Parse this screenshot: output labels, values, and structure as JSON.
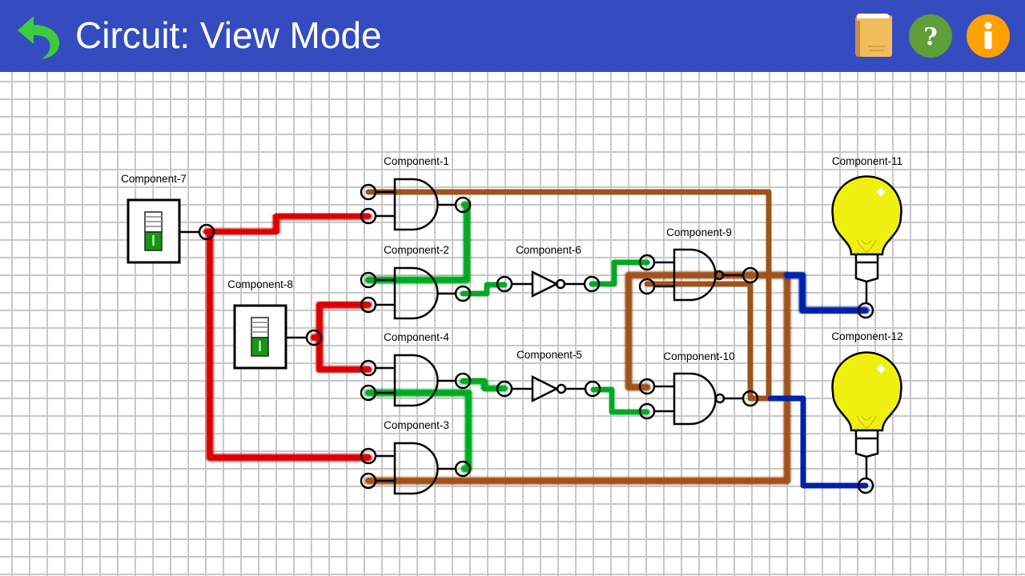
{
  "header": {
    "title": "Circuit: View Mode",
    "back_icon": "back-arrow-icon",
    "buttons": [
      {
        "name": "book-button",
        "icon": "book-icon"
      },
      {
        "name": "help-button",
        "icon": "question-icon",
        "glyph": "?"
      },
      {
        "name": "info-button",
        "icon": "info-icon",
        "glyph": "i"
      }
    ]
  },
  "colors": {
    "header_bg": "#344cbf",
    "wire_red": "#dd0000",
    "wire_green": "#00aa22",
    "wire_brown": "#a0521c",
    "wire_blue": "#0022aa",
    "bulb_yellow": "#f0f010",
    "switch_green": "#119911"
  },
  "components": [
    {
      "id": "c1",
      "label": "Component-1",
      "type": "AND"
    },
    {
      "id": "c2",
      "label": "Component-2",
      "type": "AND"
    },
    {
      "id": "c3",
      "label": "Component-3",
      "type": "AND"
    },
    {
      "id": "c4",
      "label": "Component-4",
      "type": "AND"
    },
    {
      "id": "c5",
      "label": "Component-5",
      "type": "NOT"
    },
    {
      "id": "c6",
      "label": "Component-6",
      "type": "NOT"
    },
    {
      "id": "c7",
      "label": "Component-7",
      "type": "SWITCH",
      "state": "I"
    },
    {
      "id": "c8",
      "label": "Component-8",
      "type": "SWITCH",
      "state": "I"
    },
    {
      "id": "c9",
      "label": "Component-9",
      "type": "NAND"
    },
    {
      "id": "c10",
      "label": "Component-10",
      "type": "NAND"
    },
    {
      "id": "c11",
      "label": "Component-11",
      "type": "BULB"
    },
    {
      "id": "c12",
      "label": "Component-12",
      "type": "BULB"
    }
  ]
}
